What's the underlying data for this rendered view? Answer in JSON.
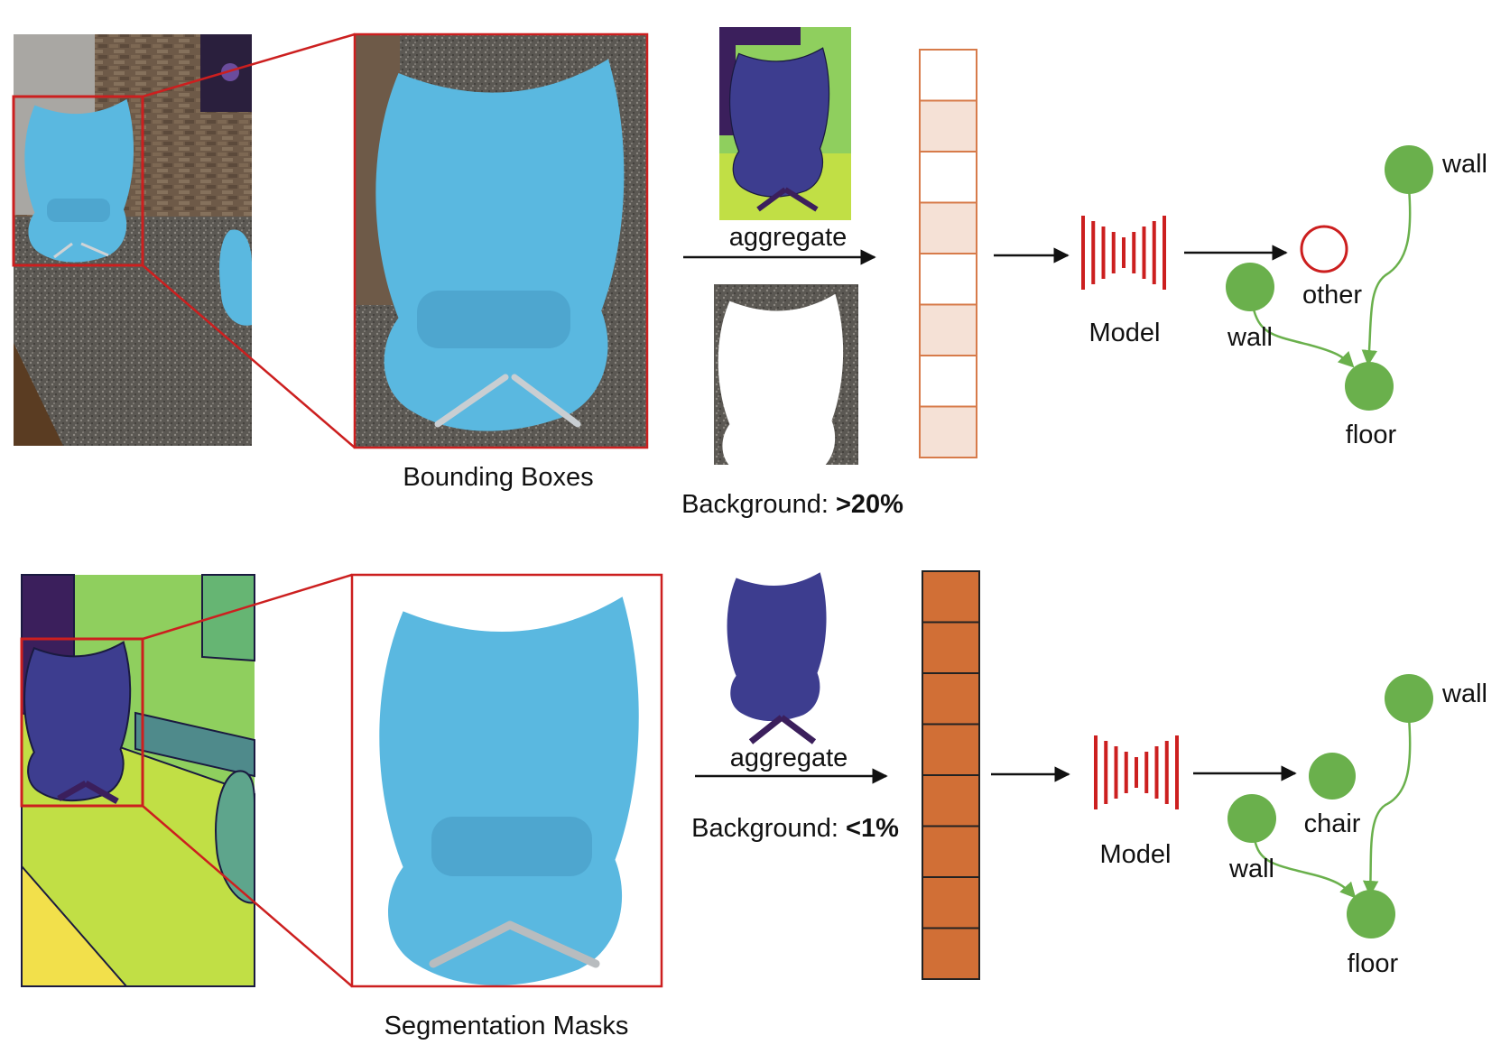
{
  "top": {
    "caption": "Bounding Boxes",
    "aggregate_label": "aggregate",
    "background_prefix": "Background: ",
    "background_value": ">20%",
    "model_label": "Model",
    "graph": {
      "node_top_right": "wall",
      "node_other": "other",
      "node_left": "wall",
      "node_bottom": "floor"
    }
  },
  "bottom": {
    "caption": "Segmentation Masks",
    "aggregate_label": "aggregate",
    "background_prefix": "Background: ",
    "background_value": "<1%",
    "model_label": "Model",
    "graph": {
      "node_top_right": "wall",
      "node_chair": "chair",
      "node_left": "wall",
      "node_bottom": "floor"
    }
  },
  "colors": {
    "highlight_red": "#cc1f1f",
    "chair_blue": "#5ab8e0",
    "mask_purple": "#3d3d8f",
    "node_green": "#6ab04c",
    "feature_light": "#f5e1d6",
    "feature_orange": "#d16f36",
    "feature_border": "#d77b4a"
  }
}
